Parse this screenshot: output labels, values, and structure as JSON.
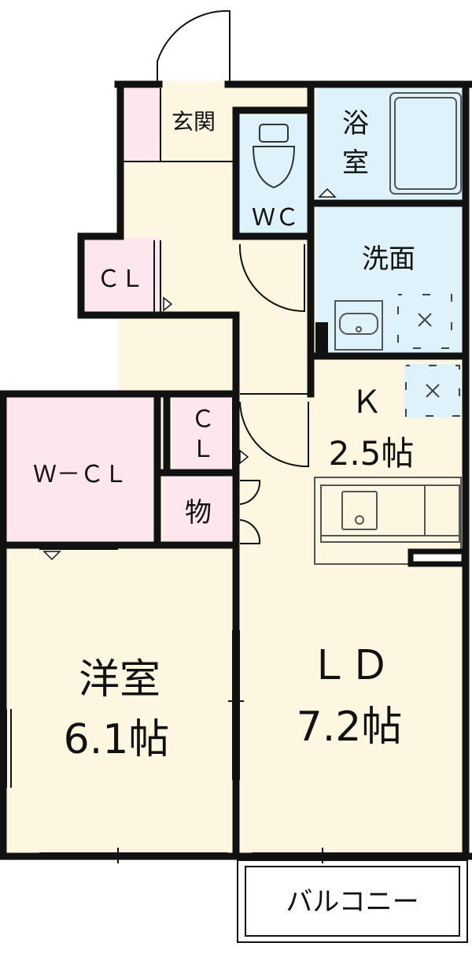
{
  "rooms": {
    "genkan": "玄関",
    "bath_1": "浴",
    "bath_2": "室",
    "wc": "ＷＣ",
    "senmen": "洗面",
    "cl_upper": "ＣＬ",
    "cl_mid_1": "Ｃ",
    "cl_mid_2": "Ｌ",
    "wcl": "Ｗ－ＣＬ",
    "storage": "物",
    "kitchen_name": "Ｋ",
    "kitchen_size": "2.5帖",
    "western_name": "洋室",
    "western_size": "6.1帖",
    "ld_name": "ＬＤ",
    "ld_size": "7.2帖",
    "balcony": "バルコニー"
  },
  "colors": {
    "wall": "#111111",
    "living_floor": "#fdf7e1",
    "closet": "#fde6ee",
    "water_area": "#def2fb",
    "fixture": "#888888"
  }
}
